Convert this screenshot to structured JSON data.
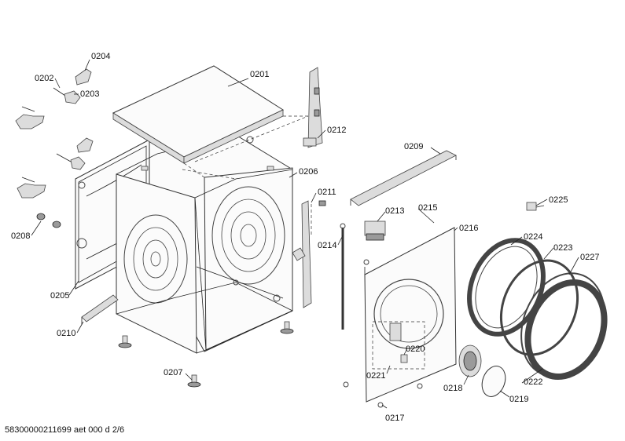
{
  "diagram": {
    "part_labels": {
      "p0201": "0201",
      "p0202": "0202",
      "p0203": "0203",
      "p0204": "0204",
      "p0205": "0205",
      "p0206": "0206",
      "p0207": "0207",
      "p0208": "0208",
      "p0209": "0209",
      "p0210": "0210",
      "p0211": "0211",
      "p0212": "0212",
      "p0213": "0213",
      "p0214": "0214",
      "p0215": "0215",
      "p0216": "0216",
      "p0217": "0217",
      "p0218": "0218",
      "p0219": "0219",
      "p0220": "0220",
      "p0221": "0221",
      "p0222": "0222",
      "p0223": "0223",
      "p0224": "0224",
      "p0225": "0225",
      "p0227": "0227"
    },
    "footer_text": "58300000211699 aet 000 d 2/6"
  }
}
